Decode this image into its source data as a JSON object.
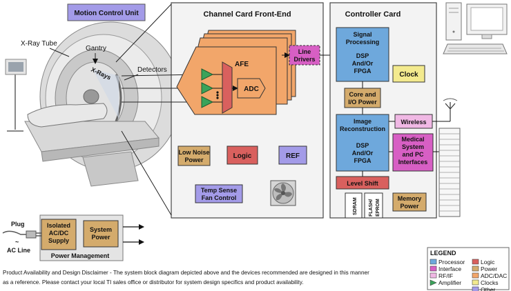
{
  "labels": {
    "motion_control": "Motion Control Unit",
    "xray_tube": "X-Ray Tube",
    "gantry": "Gantry",
    "xrays": "X-Rays",
    "detectors": "Detectors",
    "channel_card": "Channel Card Front-End",
    "controller_card": "Controller Card",
    "afe": "AFE",
    "adc": "ADC",
    "line_drivers": [
      "Line",
      "Drivers"
    ],
    "signal_processing": [
      "Signal",
      "Processing"
    ],
    "dsp1": [
      "DSP",
      "And/Or",
      "FPGA"
    ],
    "clock": "Clock",
    "core_io": [
      "Core and",
      "I/O Power"
    ],
    "image_recon": [
      "Image",
      "Reconstruction"
    ],
    "dsp2": [
      "DSP",
      "And/Or",
      "FPGA"
    ],
    "wireless": "Wireless",
    "medical": [
      "Medical",
      "System",
      "and PC",
      "Interfaces"
    ],
    "low_noise": [
      "Low Noise",
      "Power"
    ],
    "logic": "Logic",
    "ref": "REF",
    "temp_sense": [
      "Temp Sense",
      "Fan Control"
    ],
    "level_shift": "Level Shift",
    "sdram": "SDRAM",
    "flash": [
      "FLASH/",
      "EPROM"
    ],
    "memory_power": [
      "Memory",
      "Power"
    ],
    "plug": "Plug",
    "ac_line": "AC Line",
    "tilde": "~",
    "isolated": [
      "Isolated",
      "AC/DC",
      "Supply"
    ],
    "system_power": [
      "System",
      "Power"
    ],
    "power_mgmt": "Power Management"
  },
  "disclaimer": [
    "Product Availability and Design Disclaimer - The system block diagram depicted above and the devices recommended are designed in this manner",
    "as a reference.  Please contact your local TI sales office or distributor for system design specifics and product availability."
  ],
  "legend": {
    "title": "LEGEND",
    "items": [
      {
        "label": "Processor",
        "color": "#6ea8dc",
        "kind": "box"
      },
      {
        "label": "Interface",
        "color": "#d75fc4",
        "kind": "box"
      },
      {
        "label": "RF/IF",
        "color": "#f0b8e4",
        "kind": "box"
      },
      {
        "label": "Amplifier",
        "color": "#3aa35a",
        "kind": "triangle"
      },
      {
        "label": "Logic",
        "color": "#d9605e",
        "kind": "box"
      },
      {
        "label": "Power",
        "color": "#d4ab6c",
        "kind": "box"
      },
      {
        "label": "ADC/DAC",
        "color": "#f2a66a",
        "kind": "box"
      },
      {
        "label": "Clocks",
        "color": "#f3ea8e",
        "kind": "box"
      },
      {
        "label": "Other",
        "color": "#a39be8",
        "kind": "box"
      }
    ]
  },
  "colors": {
    "processor": "#6ea8dc",
    "interface": "#d75fc4",
    "rfif": "#f0b8e4",
    "amplifier": "#3aa35a",
    "logic": "#d9605e",
    "power": "#d4ab6c",
    "adc": "#f2a66a",
    "clock": "#f3ea8e",
    "other": "#a39be8",
    "panel_bg": "#f3f3f3",
    "power_mgmt_bg": "#e4e4e4"
  }
}
